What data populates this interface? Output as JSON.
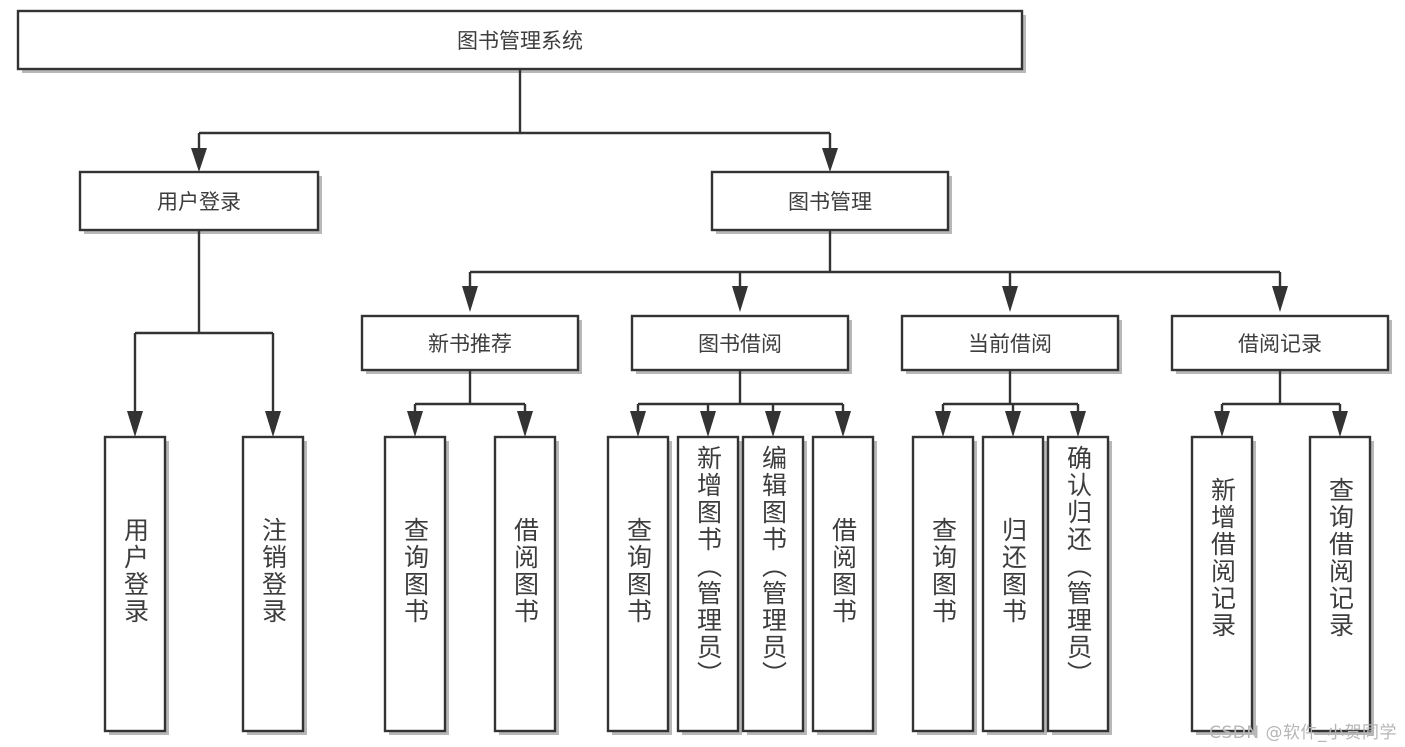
{
  "diagram": {
    "type": "tree",
    "title": "图书管理系统",
    "orientation": "top-down",
    "colors": {
      "box_fill": "#ffffff",
      "box_stroke": "#333333",
      "text": "#3d3d3d",
      "shadow": "#b8b8b8",
      "watermark": "#b6b6b6",
      "background": "#ffffff"
    },
    "root": {
      "label": "图书管理系统"
    },
    "level2": [
      {
        "label": "用户登录"
      },
      {
        "label": "图书管理"
      }
    ],
    "level3": [
      {
        "label": "新书推荐"
      },
      {
        "label": "图书借阅"
      },
      {
        "label": "当前借阅"
      },
      {
        "label": "借阅记录"
      }
    ],
    "leaves": {
      "user_login": [
        {
          "label": "用户登录"
        },
        {
          "label": "注销登录"
        }
      ],
      "new_book_recommend": [
        {
          "label": "查询图书"
        },
        {
          "label": "借阅图书"
        }
      ],
      "book_borrow": [
        {
          "label": "查询图书"
        },
        {
          "label": "新增图书（管理员）"
        },
        {
          "label": "编辑图书（管理员）"
        },
        {
          "label": "借阅图书"
        }
      ],
      "current_borrow": [
        {
          "label": "查询图书"
        },
        {
          "label": "归还图书"
        },
        {
          "label": "确认归还（管理员）"
        }
      ],
      "borrow_record": [
        {
          "label": "新增借阅记录"
        },
        {
          "label": "查询借阅记录"
        }
      ]
    }
  },
  "watermark": {
    "text": "CSDN @软件_小贺同学"
  }
}
